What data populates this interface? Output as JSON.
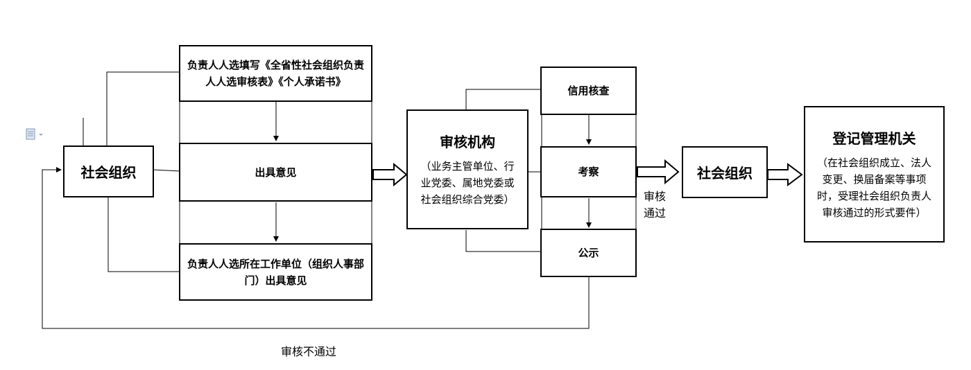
{
  "nodes": {
    "social_org_left": "社会组织",
    "form_fill": "负责人人选填写《全省性社会组织负责人人选审核表》《个人承诺书》",
    "issue_opinion": "出具意见",
    "work_unit": "负责人人选所在工作单位（组织人事部门）出具意见",
    "review_body": {
      "title": "审核机构",
      "desc": "（业务主管单位、行业党委、属地党委或社会组织综合党委）"
    },
    "credit_check": "信用核查",
    "inspection": "考察",
    "publicity": "公示",
    "social_org_right": "社会组织",
    "registry": {
      "title": "登记管理机关",
      "desc": "（在社会组织成立、法人变更、换届备案等事项时，受理社会组织负责人审核通过的形式要件）"
    }
  },
  "labels": {
    "pass": "审核通过",
    "fail": "审核不通过"
  },
  "icons": [
    "document-icon"
  ]
}
